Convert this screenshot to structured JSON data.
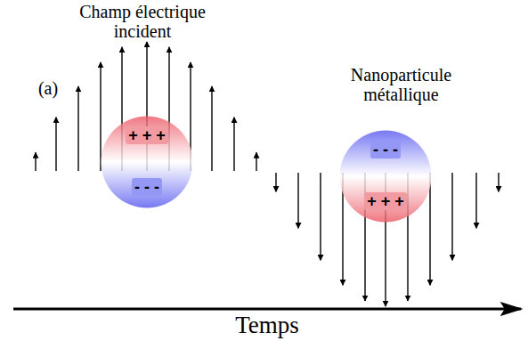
{
  "diagram": {
    "nodes": [
      {
        "text": [
          "+ + +",
          "- - -"
        ]
      },
      {
        "text": [
          "- - -",
          "+ + +"
        ]
      }
    ],
    "labels": [
      "Champ électrique incident",
      "(a)",
      "Nanoparticule métallique",
      "Temps"
    ]
  }
}
